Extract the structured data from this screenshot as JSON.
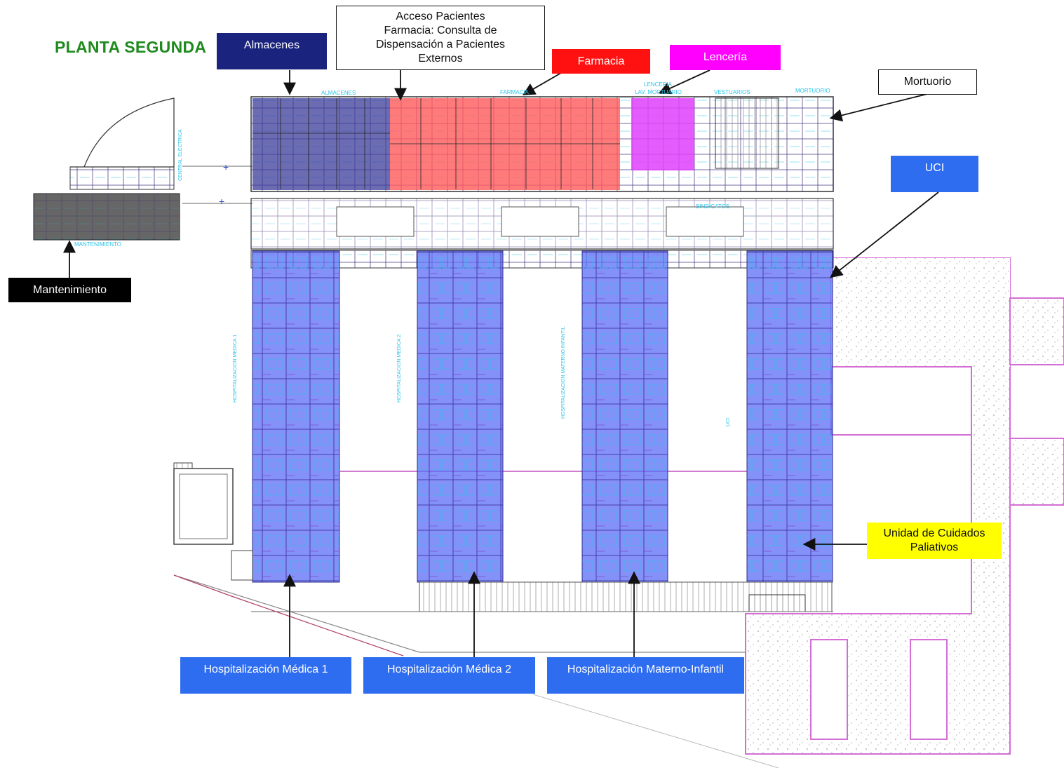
{
  "floor_title": "PLANTA SEGUNDA",
  "labels": {
    "almacenes": "Almacenes",
    "acceso_pacientes": "Acceso Pacientes Farmacia: Consulta de Dispensación a Pacientes Externos",
    "acceso_line1": "Acceso Pacientes",
    "acceso_line2": "Farmacia: Consulta de",
    "acceso_line3": "Dispensación a Pacientes",
    "acceso_line4": "Externos",
    "farmacia": "Farmacia",
    "lenceria": "Lencería",
    "mortuorio": "Mortuorio",
    "uci": "UCI",
    "mantenimiento": "Mantenimiento",
    "paliativos_line1": "Unidad de Cuidados",
    "paliativos_line2": "Paliativos",
    "hosp_medica_1": "Hospitalización Médica 1",
    "hosp_medica_2": "Hospitalización Médica 2",
    "hosp_materno": "Hospitalización Materno-Infantil"
  },
  "plan_text": {
    "almacenes": "ALMACENES",
    "farmacia": "FARMACIA",
    "lenceria": "LENCERIA",
    "lav_mortuario": "LAV. MORTUARIO",
    "vestuarios": "VESTUARIOS",
    "mortuorio": "MORTUORIO",
    "sindicatos": "SINDICATOS",
    "mantenimiento": "MANTENIMIENTO",
    "central_electrica": "CENTRAL ELECTRICA",
    "hm1": "HOSPITALIZACION MEDICA 1",
    "hm2": "HOSPITALIZACION MEDICA 2",
    "hmi": "HOSPITALIZACION MATERNO INFANTIL",
    "uci": "UCI"
  },
  "colors": {
    "title_green": "#1e8a1e",
    "almacenes_zone": "#3b3b9a",
    "farmacia_zone": "#ff5a5a",
    "lenceria_zone": "#e040fb",
    "hospital_zone": "#5b6cf5",
    "mantenimiento_zone": "#555555",
    "outdoor_border": "#d46ed4",
    "label_blue": "#2f6df0",
    "label_navy": "#1a237e",
    "label_red": "#ff1111",
    "label_magenta": "#ff00ff",
    "label_yellow": "#ffff00"
  }
}
